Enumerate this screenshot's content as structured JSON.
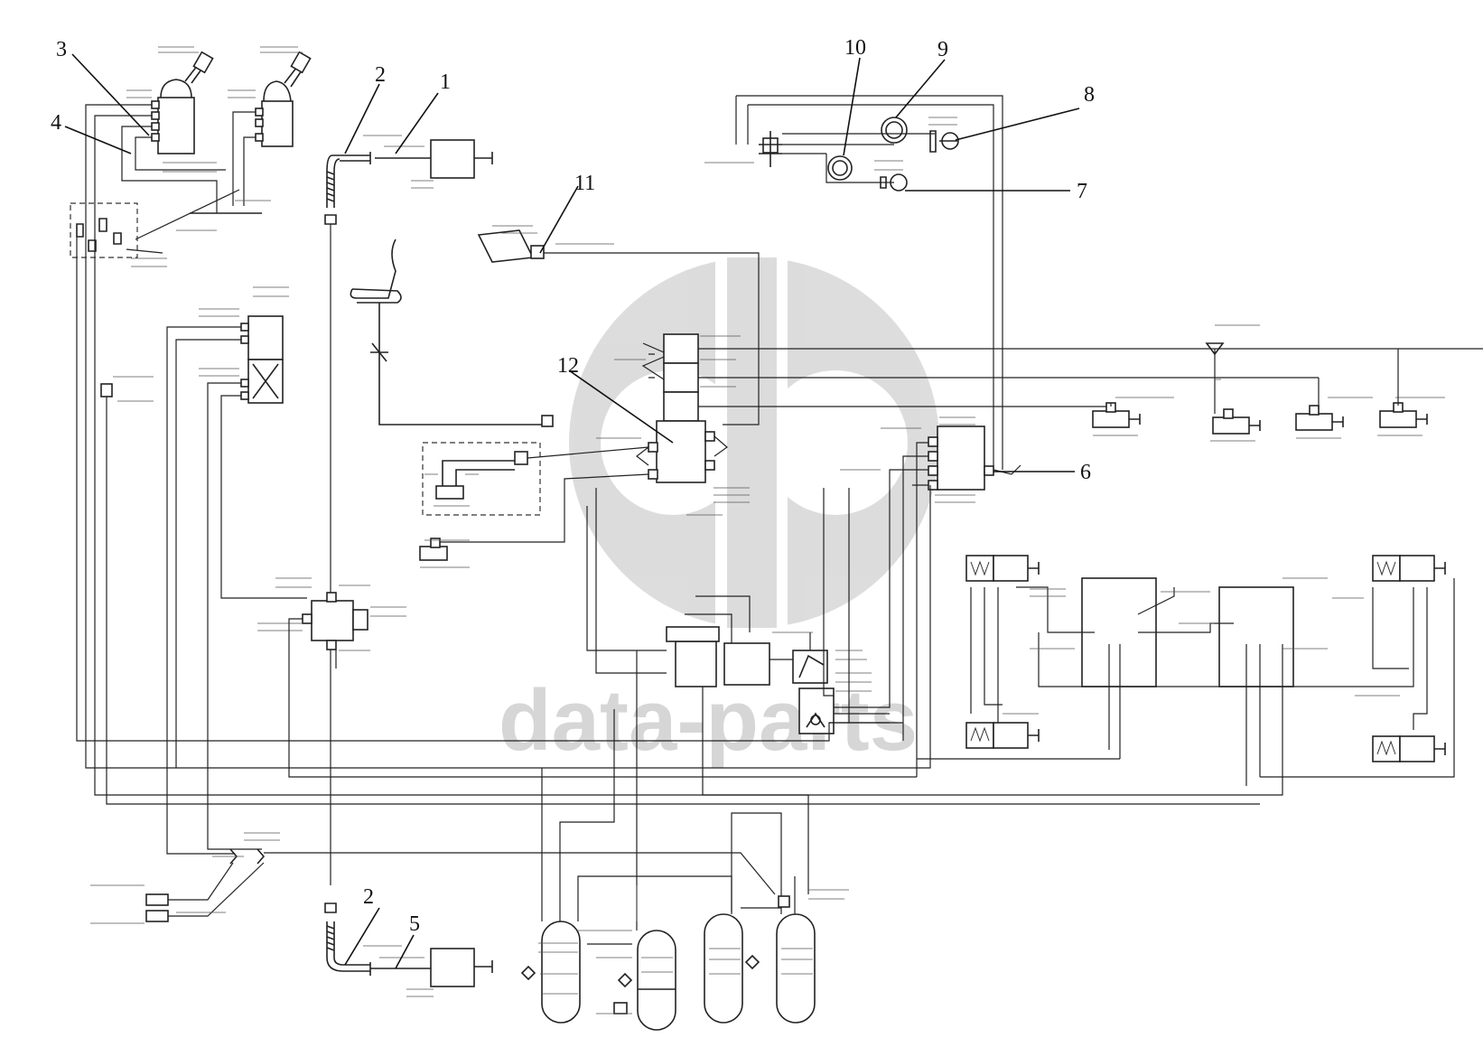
{
  "diagram": {
    "watermark": "data-parts",
    "callouts": [
      {
        "id": "c1",
        "label": "1"
      },
      {
        "id": "c2a",
        "label": "2"
      },
      {
        "id": "c2b",
        "label": "2"
      },
      {
        "id": "c3",
        "label": "3"
      },
      {
        "id": "c4",
        "label": "4"
      },
      {
        "id": "c5",
        "label": "5"
      },
      {
        "id": "c6",
        "label": "6"
      },
      {
        "id": "c7",
        "label": "7"
      },
      {
        "id": "c8",
        "label": "8"
      },
      {
        "id": "c9",
        "label": "9"
      },
      {
        "id": "c10",
        "label": "10"
      },
      {
        "id": "c11",
        "label": "11"
      },
      {
        "id": "c12",
        "label": "12"
      }
    ]
  },
  "colors": {
    "line": "#222222",
    "watermark": "#d6d6d6",
    "background": "#ffffff"
  }
}
